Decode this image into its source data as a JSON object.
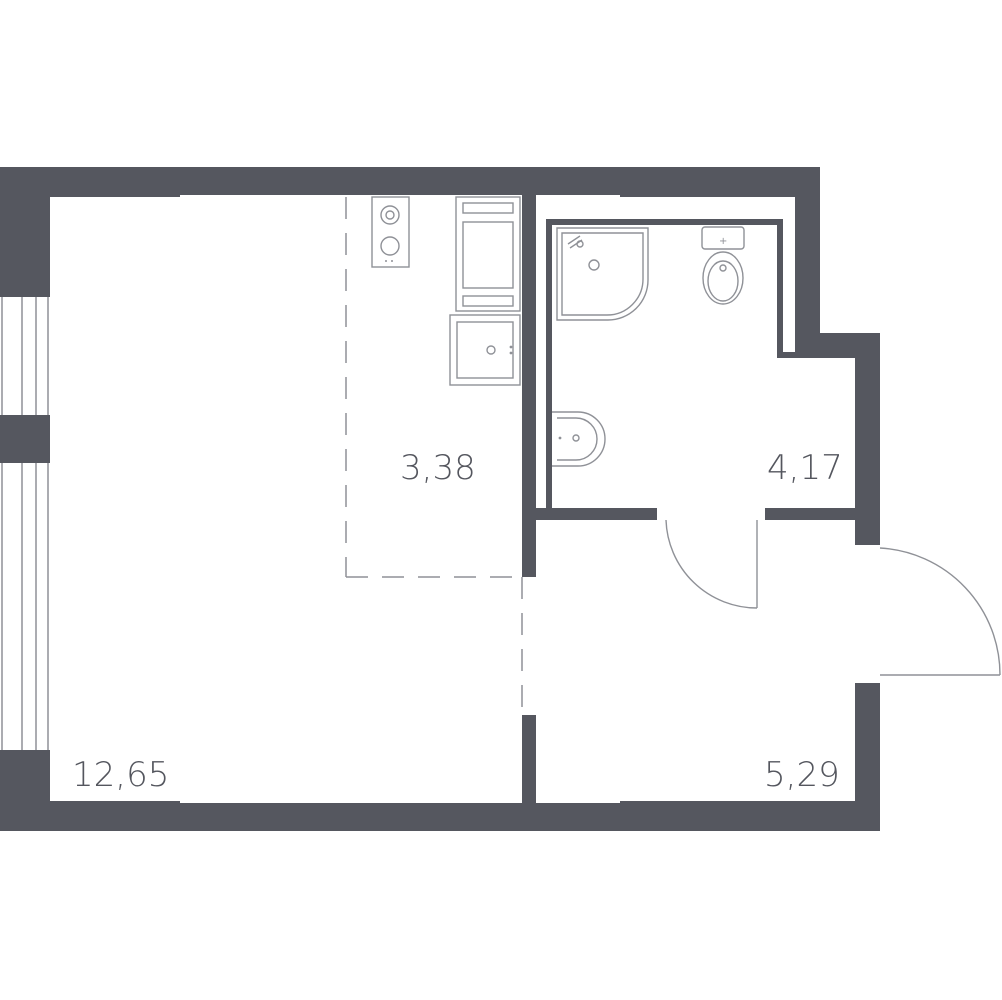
{
  "colors": {
    "wall": "#55575f",
    "fixture": "#8f9197",
    "background": "#ffffff"
  },
  "rooms": {
    "living": {
      "area": "12,65"
    },
    "kitchen": {
      "area": "3,38"
    },
    "bathroom": {
      "area": "4,17"
    },
    "hallway": {
      "area": "5,29"
    }
  }
}
